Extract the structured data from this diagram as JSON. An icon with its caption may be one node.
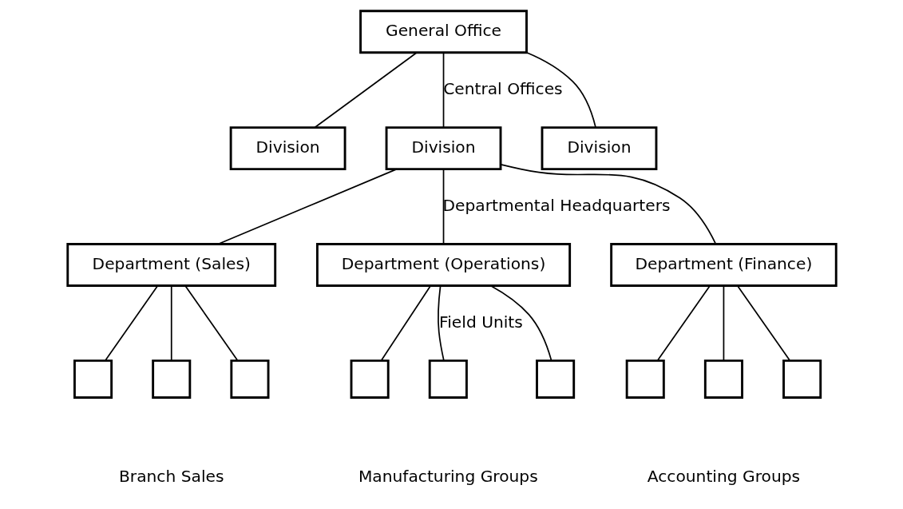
{
  "diagram": {
    "nodes": [
      {
        "text": [
          "General Office"
        ]
      },
      {
        "text": [
          "Division"
        ]
      },
      {
        "text": [
          "Division"
        ]
      },
      {
        "text": [
          "Division"
        ]
      },
      {
        "text": [
          "Department (Sales)"
        ]
      },
      {
        "text": [
          "Department (Operations)"
        ]
      },
      {
        "text": [
          "Department (Finance)"
        ]
      },
      {
        "text": [],
        "shape": "box"
      },
      {
        "text": [],
        "shape": "box"
      },
      {
        "text": [],
        "shape": "box"
      },
      {
        "text": [],
        "shape": "box"
      },
      {
        "text": [],
        "shape": "box"
      },
      {
        "text": [],
        "shape": "box"
      },
      {
        "text": [],
        "shape": "box"
      },
      {
        "text": [],
        "shape": "box"
      },
      {
        "text": [],
        "shape": "box"
      }
    ],
    "edges": [
      {
        "from": 0,
        "to": 1,
        "arrow": "none"
      },
      {
        "from": 0,
        "to": 2,
        "arrow": "none",
        "label": "Central Offices"
      },
      {
        "from": 0,
        "to": 3,
        "arrow": "none"
      },
      {
        "from": 2,
        "to": 4,
        "arrow": "none"
      },
      {
        "from": 2,
        "to": 5,
        "arrow": "none",
        "label": "Departmental Headquarters"
      },
      {
        "from": 2,
        "to": 6,
        "arrow": "none"
      },
      {
        "from": 4,
        "to": 7,
        "arrow": "none"
      },
      {
        "from": 4,
        "to": 8,
        "arrow": "none"
      },
      {
        "from": 4,
        "to": 9,
        "arrow": "none"
      },
      {
        "from": 5,
        "to": 10,
        "arrow": "none"
      },
      {
        "from": 5,
        "to": 11,
        "arrow": "none",
        "label": "Field Units"
      },
      {
        "from": 5,
        "to": 12,
        "arrow": "none"
      },
      {
        "from": 6,
        "to": 13,
        "arrow": "none"
      },
      {
        "from": 6,
        "to": 14,
        "arrow": "none"
      },
      {
        "from": 6,
        "to": 15,
        "arrow": "none"
      }
    ],
    "labels": [
      "Branch Sales",
      "Manufacturing Groups",
      "Accounting Groups"
    ]
  }
}
